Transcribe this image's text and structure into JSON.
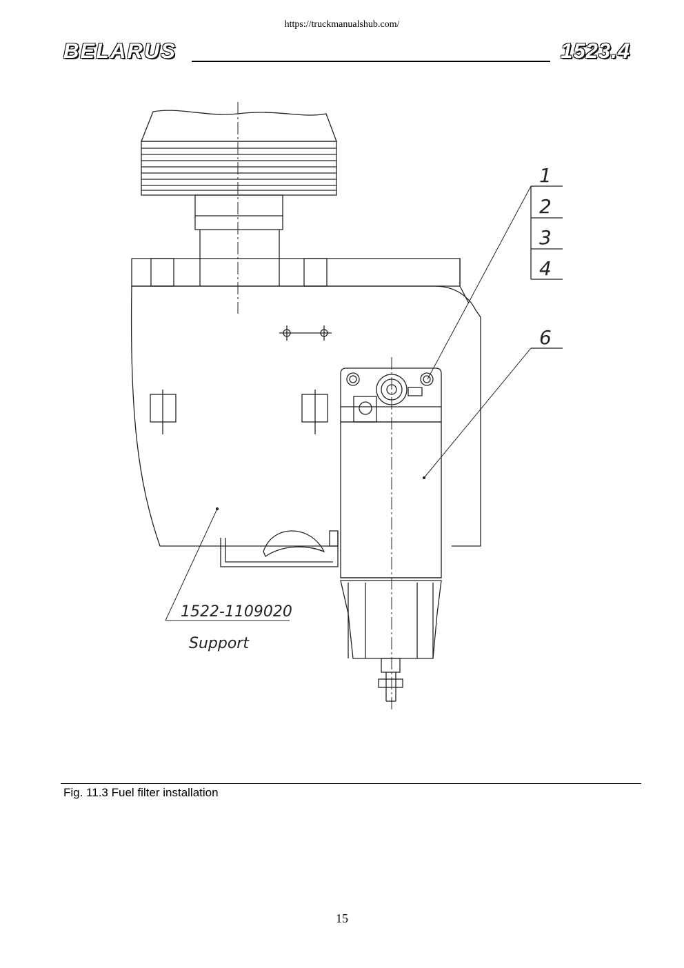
{
  "header": {
    "url": "https://truckmanualshub.com/",
    "brand": "BELARUS",
    "model": "1523.4"
  },
  "figure": {
    "callouts": [
      "1",
      "2",
      "3",
      "4",
      "6"
    ],
    "part_number": "1522-1109020",
    "part_name": "Support",
    "caption": "Fig. 11.3 Fuel filter installation"
  },
  "footer": {
    "page_number": "15"
  }
}
